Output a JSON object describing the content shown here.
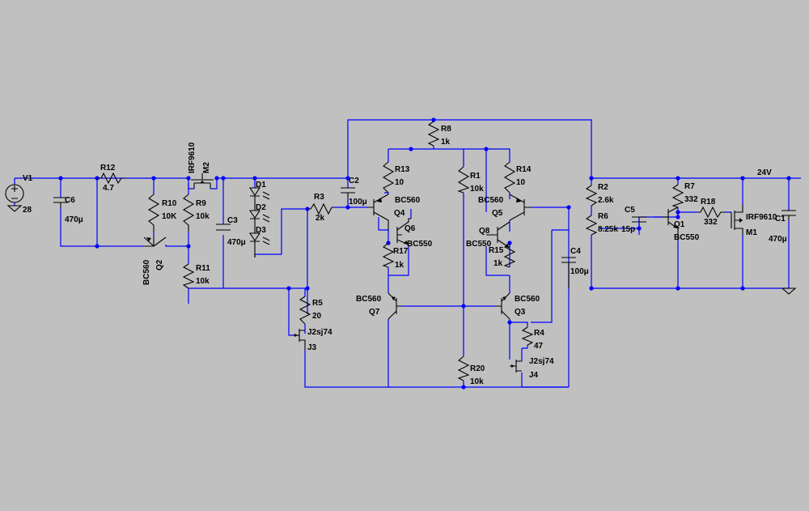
{
  "colors": {
    "background": "#c0c0c0",
    "wire": "#0000ff",
    "component": "#000000",
    "text": "#000000"
  },
  "supply": {
    "name": "V1",
    "value": "28"
  },
  "net_label": "24V",
  "components": {
    "C6": {
      "name": "C6",
      "value": "470μ"
    },
    "R12": {
      "name": "R12",
      "value": "4.7"
    },
    "R10": {
      "name": "R10",
      "value": "10K"
    },
    "Q2": {
      "name": "Q2",
      "value": "BC560"
    },
    "R9": {
      "name": "R9",
      "value": "10k"
    },
    "M2": {
      "name": "M2",
      "value": "IRF9610"
    },
    "R11": {
      "name": "R11",
      "value": "10k"
    },
    "C3": {
      "name": "C3",
      "value": "470μ"
    },
    "D1": {
      "name": "D1"
    },
    "D2": {
      "name": "D2"
    },
    "D3": {
      "name": "D3"
    },
    "R3": {
      "name": "R3",
      "value": "2k"
    },
    "C2": {
      "name": "C2",
      "value": "100μ"
    },
    "R5": {
      "name": "R5",
      "value": "20"
    },
    "J3": {
      "name": "J3",
      "value": "J2sj74"
    },
    "R13": {
      "name": "R13",
      "value": "10"
    },
    "Q4": {
      "name": "Q4",
      "value": "BC560"
    },
    "Q6": {
      "name": "Q6",
      "value": "BC550"
    },
    "R17": {
      "name": "R17",
      "value": "1k"
    },
    "Q7": {
      "name": "Q7",
      "value": "BC560"
    },
    "R8": {
      "name": "R8",
      "value": "1k"
    },
    "R1": {
      "name": "R1",
      "value": "10k"
    },
    "R20": {
      "name": "R20",
      "value": "10k"
    },
    "R14": {
      "name": "R14",
      "value": "10"
    },
    "Q5": {
      "name": "Q5",
      "value": "BC560"
    },
    "Q8": {
      "name": "Q8",
      "value": "BC550"
    },
    "R15": {
      "name": "R15",
      "value": "1k"
    },
    "Q3": {
      "name": "Q3",
      "value": "BC560"
    },
    "R4": {
      "name": "R4",
      "value": "47"
    },
    "J4": {
      "name": "J4",
      "value": "J2sj74"
    },
    "R2": {
      "name": "R2",
      "value": "2.6k"
    },
    "R6": {
      "name": "R6",
      "value": "8.25k"
    },
    "C4": {
      "name": "C4",
      "value": "100μ"
    },
    "C5": {
      "name": "C5",
      "value": "15p"
    },
    "R7": {
      "name": "R7",
      "value": "332"
    },
    "Q1": {
      "name": "Q1",
      "value": "BC550"
    },
    "R18": {
      "name": "R18",
      "value": "332"
    },
    "M1": {
      "name": "M1",
      "value": "IRF9610"
    },
    "C1": {
      "name": "C1",
      "value": "470μ"
    }
  }
}
